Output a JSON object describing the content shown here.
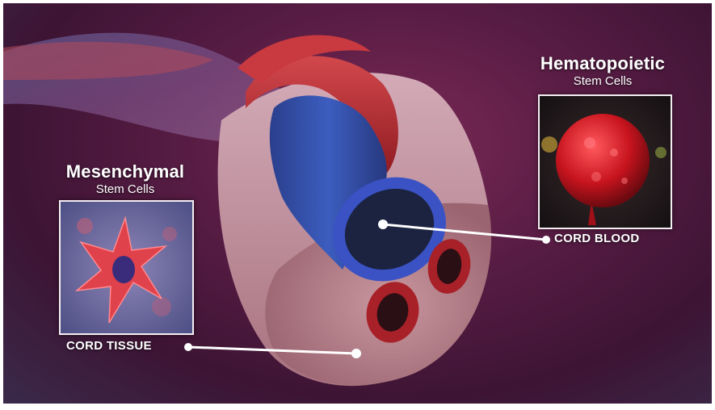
{
  "labels": {
    "msc_title": "Mesenchymal",
    "msc_subtitle": "Stem Cells",
    "hsc_title": "Hematopoietic",
    "hsc_subtitle": "Stem Cells",
    "cord_blood": "CORD BLOOD",
    "cord_tissue": "CORD TISSUE"
  },
  "colors": {
    "background": "#5a1d45",
    "vein": "#2e4aa8",
    "artery": "#b3262c",
    "jelly": "#c49aa8",
    "stem_cell_red": "#c8141e",
    "leader_line": "#ffffff"
  }
}
